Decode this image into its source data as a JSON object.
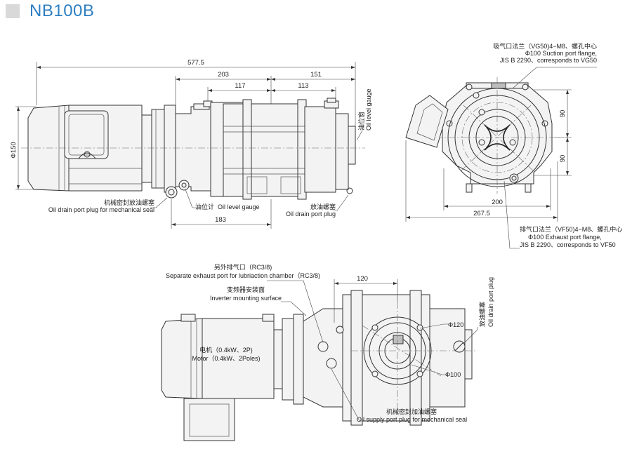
{
  "title": "NB100B",
  "dimensions": {
    "overall_length": "577.5",
    "d203": "203",
    "d151": "151",
    "d117": "117",
    "d113": "113",
    "d183": "183",
    "phi150": "Φ150",
    "d90_top": "90",
    "d90_bottom": "90",
    "d200": "200",
    "d267": "267.5",
    "d120": "120",
    "phi120": "Φ120",
    "phi100": "Φ100"
  },
  "labels": {
    "mech_drain_cn": "机械密封放油螺塞",
    "mech_drain_en": "Oil drain port plug for mechanical seal",
    "oil_level_cn": "油位计",
    "oil_level_en": "Oil level gauge",
    "oil_drain_cn": "放油螺塞",
    "oil_drain_en": "Oil drain port plug",
    "oil_gauge_v_cn": "油位窗",
    "oil_gauge_v_en": "Oil level gauge",
    "suction_cn": "吸气口法兰（VG50)4−M8、螺孔中心",
    "suction_en1": "Φ100 Suction port flange,",
    "suction_en2": "JIS B 2290、corresponds to VG50",
    "exhaust_cn": "排气口法兰（VF50)4−M8、螺孔中心",
    "exhaust_en1": "Φ100 Exhaust port flange,",
    "exhaust_en2": "JIS B 2290、corresponds to VF50",
    "sep_exhaust_cn": "另外排气口（RC3/8)",
    "sep_exhaust_en": "Separate exhaust port for lubriaction chamber（RC3/8)",
    "inverter_cn": "变频器安装面",
    "inverter_en": "Inverter mounting surface",
    "motor_cn": "电机（0.4kW、2P)",
    "motor_en": "Motor（0.4kW、2Poles)",
    "drain_v_cn": "放油螺塞",
    "drain_v_en": "Oil drain port plug",
    "supply_cn": "机械密封加油螺塞",
    "supply_en": "Oil supply port plug for mechanical seal"
  }
}
